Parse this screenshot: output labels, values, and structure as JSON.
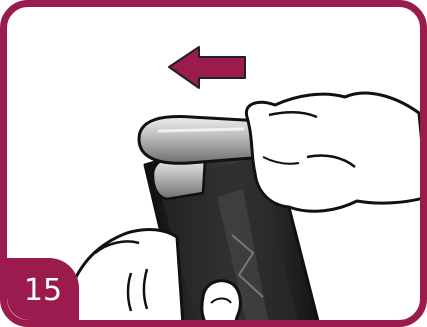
{
  "step": {
    "number": "15"
  },
  "colors": {
    "frame": "#9b1b4f",
    "arrow": "#9b1b4f",
    "device_body": "#1b1b1b",
    "cap_metal": "#b8b8b8"
  },
  "illustration": {
    "subject": "hand-holding-device-pulling-cap",
    "arrow_direction": "left"
  }
}
